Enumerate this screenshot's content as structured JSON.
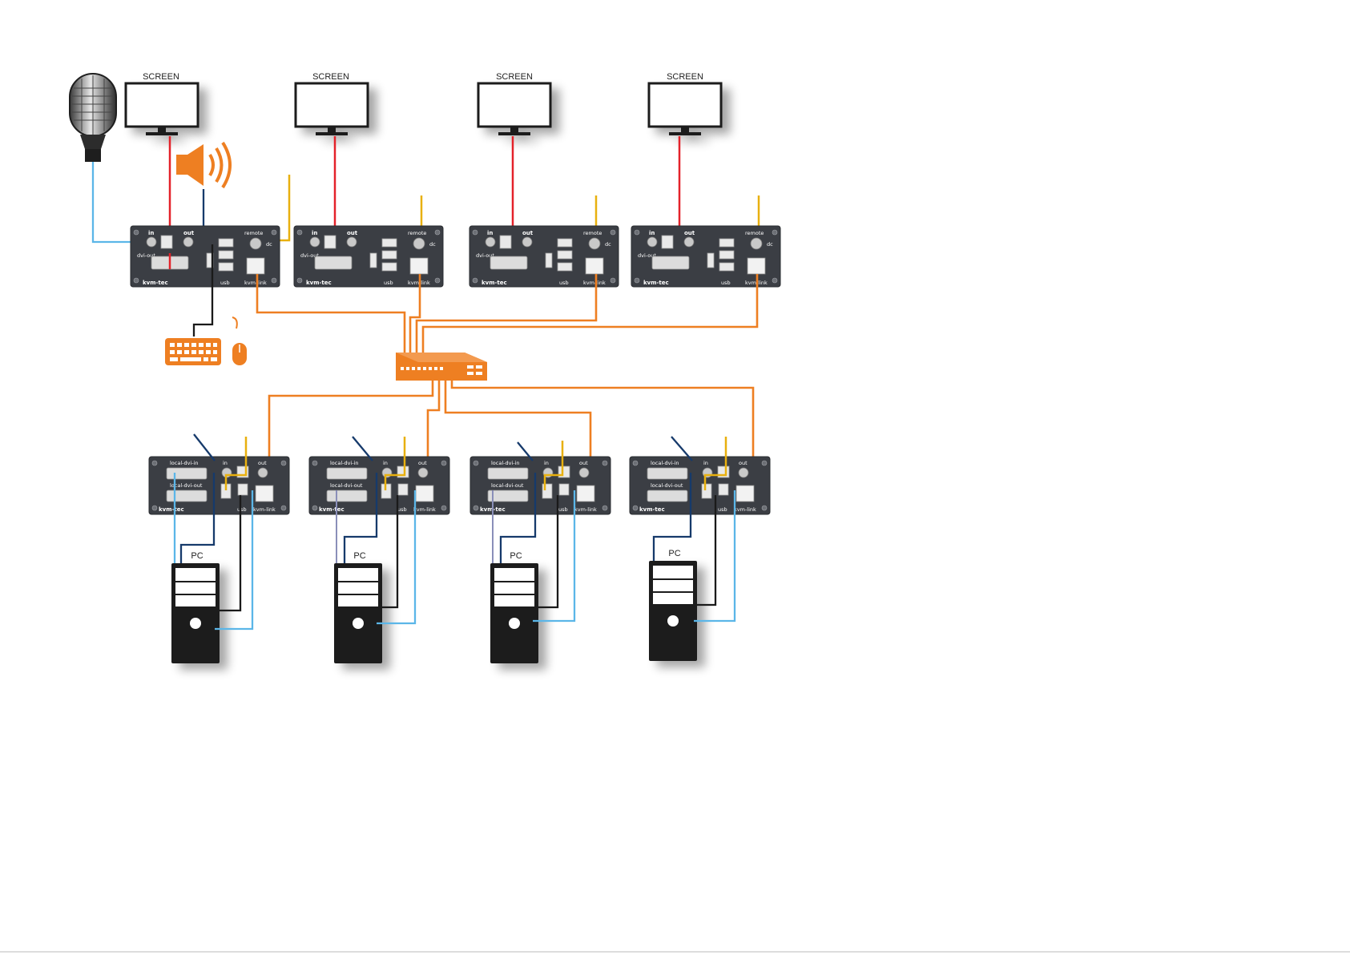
{
  "labels": {
    "screen_1": "SCREEN",
    "screen_2": "SCREEN",
    "screen_3": "SCREEN",
    "screen_4": "SCREEN",
    "pc_1": "PC",
    "pc_2": "PC",
    "pc_3": "PC",
    "pc_4": "PC"
  },
  "receiver_panel": {
    "in": "in",
    "out": "out",
    "remote": "remote",
    "dc": "dc",
    "dvi_out": "dvi-out",
    "usb": "usb",
    "brand": "kvm-tec",
    "link": "kvm-link"
  },
  "transmitter_panel": {
    "local_dvi_in": "local-dvi-in",
    "local_dvi_out": "local-dvi-out",
    "in": "in",
    "out": "out",
    "usb": "usb",
    "brand": "kvm-tec",
    "link": "kvm-link"
  },
  "colors": {
    "video_cable": "#e4222a",
    "power_cable": "#e8b00f",
    "network_cable": "#ee7f22",
    "audio_cable": "#5bb6e8",
    "dark_cable": "#163a6b",
    "usb_cable": "#1a1a1a",
    "switch": "#ee7f22"
  },
  "icons": [
    "microphone-icon",
    "speaker-icon",
    "keyboard-icon",
    "mouse-icon",
    "network-switch-icon",
    "monitor-icon",
    "pc-tower-icon"
  ]
}
